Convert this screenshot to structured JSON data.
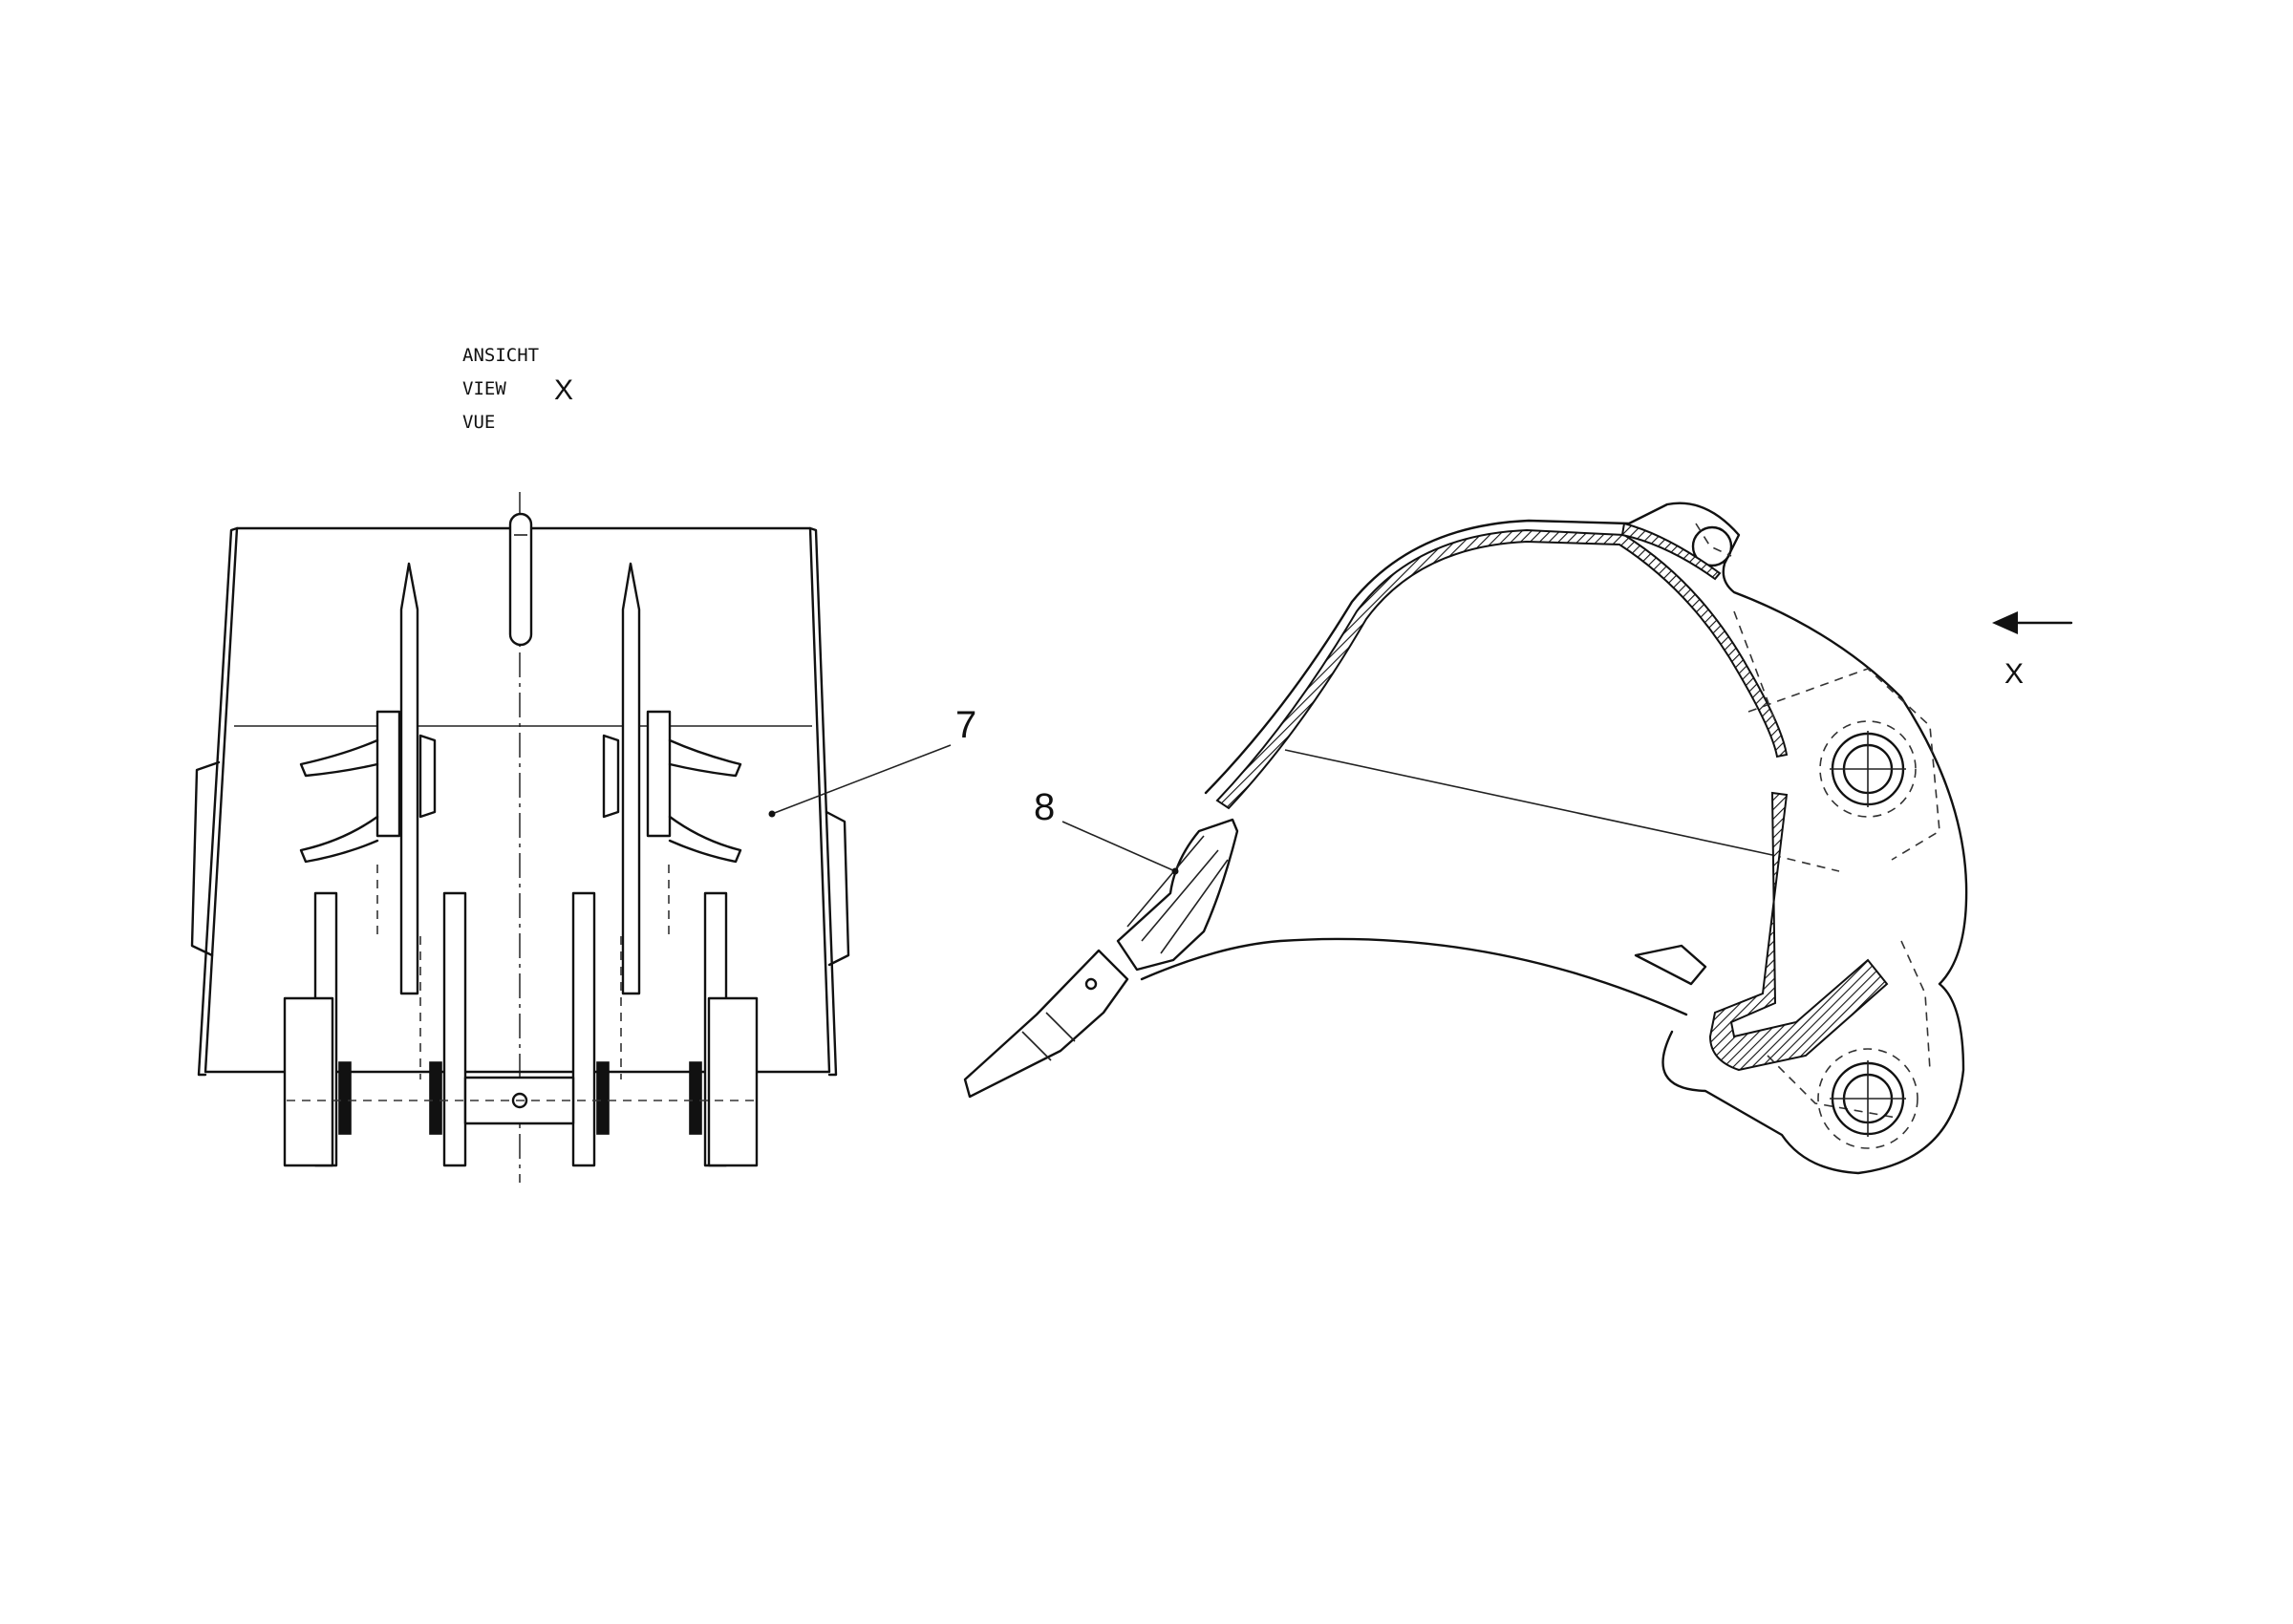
{
  "view_label": {
    "line_de": "ANSICHT",
    "line_en": "VIEW",
    "line_fr": "VUE",
    "letter": "X"
  },
  "direction_marker": {
    "letter": "X",
    "icon": "arrow-left-icon"
  },
  "callouts": [
    {
      "number": "7"
    },
    {
      "number": "8"
    }
  ]
}
